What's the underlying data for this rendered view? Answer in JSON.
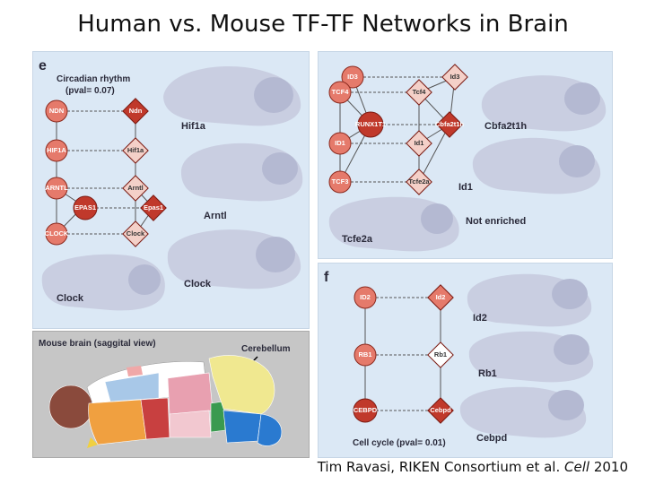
{
  "slide": {
    "title": "Human vs. Mouse TF-TF Networks in Brain",
    "citation_pre": "Tim Ravasi, RIKEN Consortium et al. ",
    "citation_journal": "Cell",
    "citation_year": " 2010"
  },
  "panel_e": {
    "letter": "e",
    "heading_line1": "Circadian rhythm",
    "heading_line2": "(pval= 0.07)",
    "human_nodes": [
      "NDN",
      "HIF1A",
      "ARNTL",
      "EPAS1",
      "CLOCK"
    ],
    "mouse_nodes": [
      "Ndn",
      "Hif1a",
      "Arntl",
      "Epas1",
      "Clock"
    ],
    "brain_labels": [
      "Hif1a",
      "Arntl",
      "Clock",
      "Clock"
    ]
  },
  "panel_top_right": {
    "human_nodes": [
      "ID3",
      "TCF4",
      "RUNX1T1",
      "ID1",
      "TCF3"
    ],
    "mouse_nodes": [
      "Id3",
      "Tcf4",
      "Cbfa2t1h",
      "Id1",
      "Tcfe2a"
    ],
    "brain_labels": [
      "Cbfa2t1h",
      "Id1",
      "Not enriched",
      "Tcfe2a"
    ]
  },
  "panel_f": {
    "letter": "f",
    "human_nodes": [
      "ID2",
      "RB1",
      "CEBPD"
    ],
    "mouse_nodes": [
      "Id2",
      "Rb1",
      "Cebpd"
    ],
    "brain_labels": [
      "Id2",
      "Rb1",
      "Cebpd"
    ],
    "footer": "Cell cycle (pval= 0.01)"
  },
  "atlas": {
    "heading": "Mouse brain (saggital view)",
    "cerebellum_label": "Cerebellum"
  },
  "colors": {
    "panel_bg": "#dbe8f5",
    "node_red": "#c0392b",
    "node_salmon": "#e57a6b",
    "node_pale": "#f4d0c8",
    "brain_gray": "#c5c9dd"
  }
}
